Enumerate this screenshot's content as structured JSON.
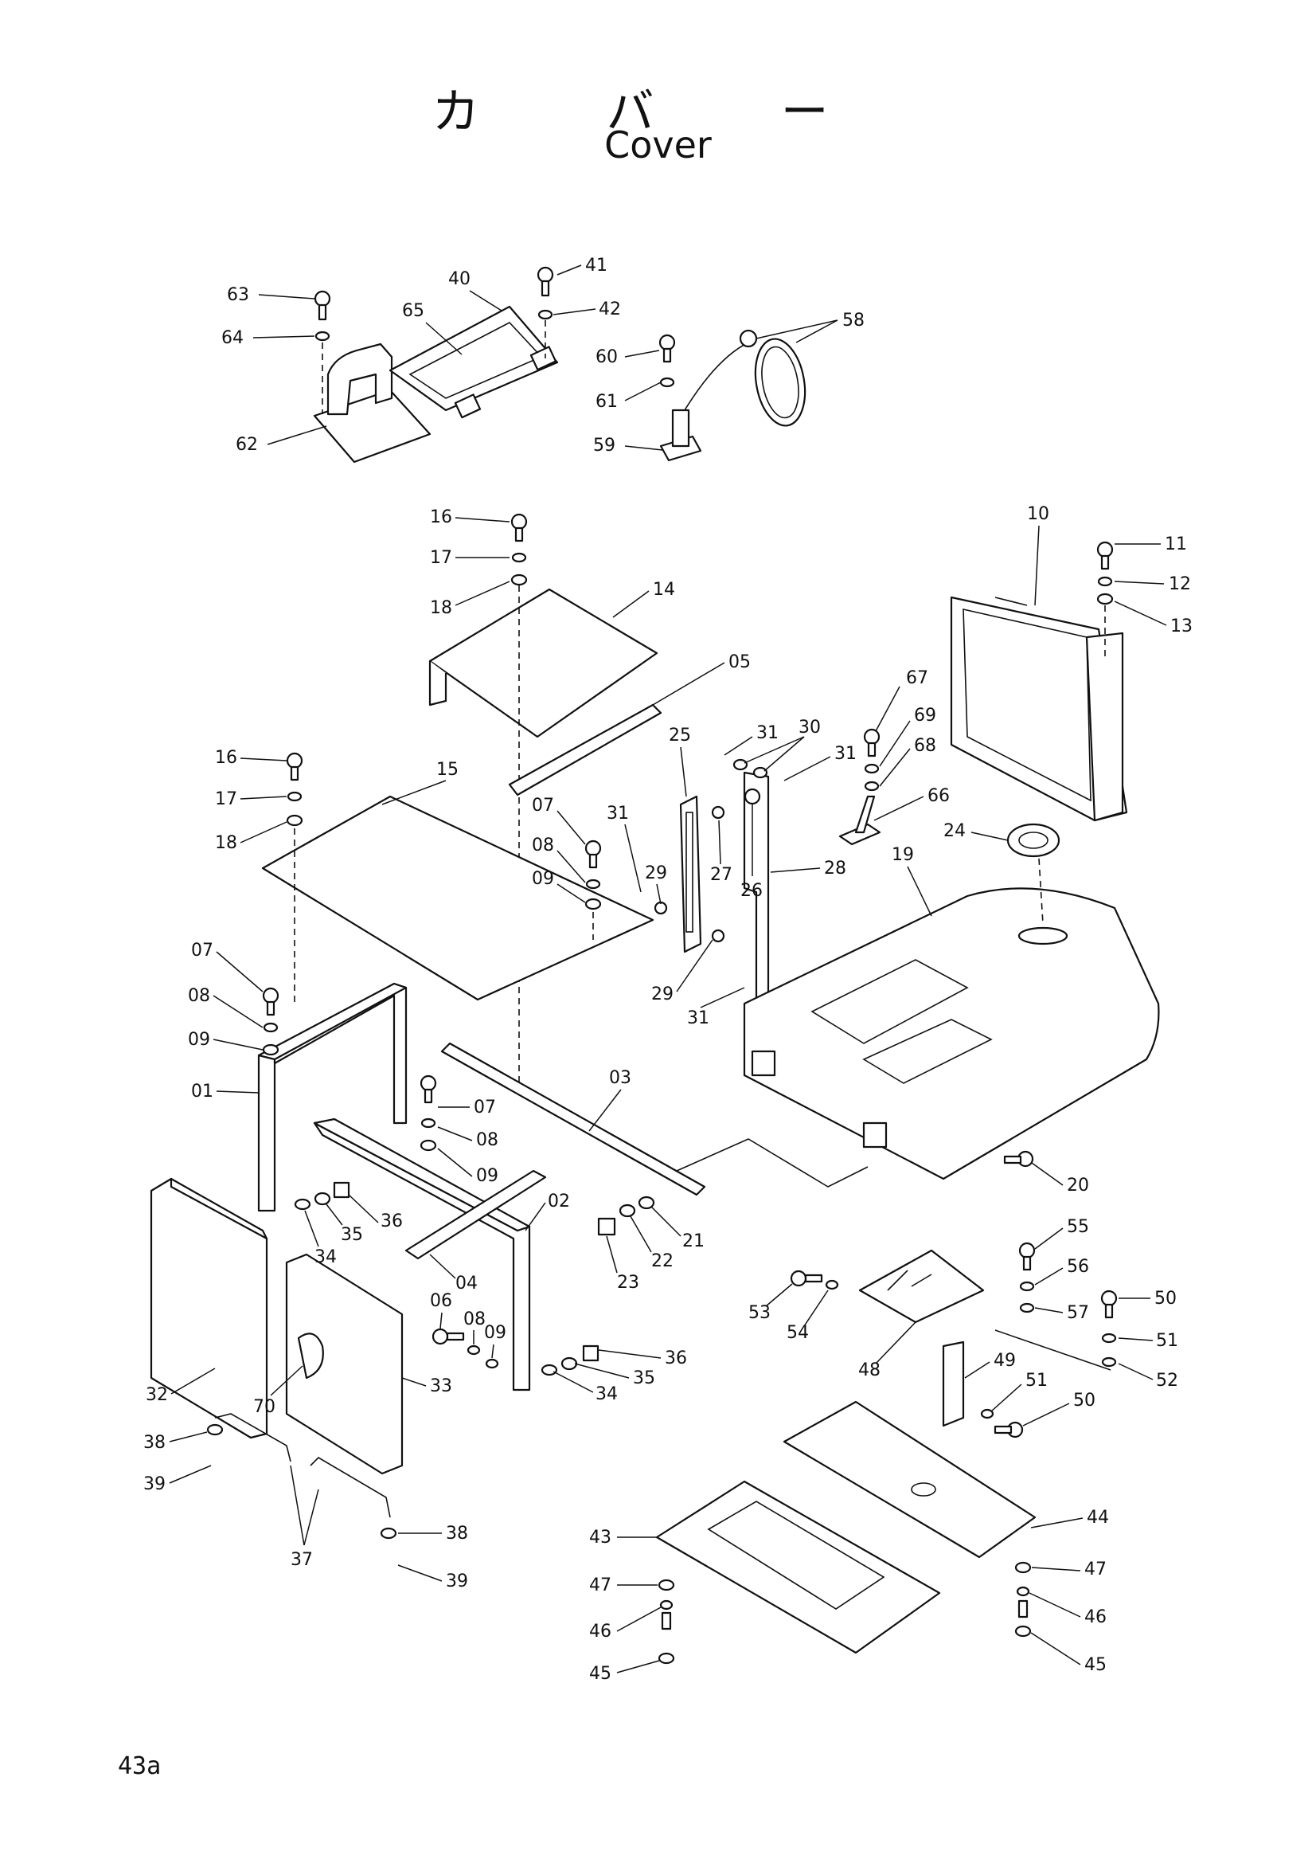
{
  "title": {
    "japanese": "カ バ ー",
    "english": "Cover"
  },
  "page_number": "43a",
  "callouts": [
    {
      "id": "c63",
      "text": "63"
    },
    {
      "id": "c64",
      "text": "64"
    },
    {
      "id": "c62",
      "text": "62"
    },
    {
      "id": "c40",
      "text": "40"
    },
    {
      "id": "c65",
      "text": "65"
    },
    {
      "id": "c41",
      "text": "41"
    },
    {
      "id": "c42",
      "text": "42"
    },
    {
      "id": "c60",
      "text": "60"
    },
    {
      "id": "c61",
      "text": "61"
    },
    {
      "id": "c59",
      "text": "59"
    },
    {
      "id": "c58",
      "text": "58"
    },
    {
      "id": "c16a",
      "text": "16"
    },
    {
      "id": "c17a",
      "text": "17"
    },
    {
      "id": "c18a",
      "text": "18"
    },
    {
      "id": "c14",
      "text": "14"
    },
    {
      "id": "c05",
      "text": "05"
    },
    {
      "id": "c10",
      "text": "10"
    },
    {
      "id": "c11",
      "text": "11"
    },
    {
      "id": "c12",
      "text": "12"
    },
    {
      "id": "c13",
      "text": "13"
    },
    {
      "id": "c67",
      "text": "67"
    },
    {
      "id": "c69",
      "text": "69"
    },
    {
      "id": "c68",
      "text": "68"
    },
    {
      "id": "c66",
      "text": "66"
    },
    {
      "id": "c31a",
      "text": "31"
    },
    {
      "id": "c30",
      "text": "30"
    },
    {
      "id": "c31b",
      "text": "31"
    },
    {
      "id": "c25",
      "text": "25"
    },
    {
      "id": "c16b",
      "text": "16"
    },
    {
      "id": "c15",
      "text": "15"
    },
    {
      "id": "c17b",
      "text": "17"
    },
    {
      "id": "c18b",
      "text": "18"
    },
    {
      "id": "c07a",
      "text": "07"
    },
    {
      "id": "c08a",
      "text": "08"
    },
    {
      "id": "c09a",
      "text": "09"
    },
    {
      "id": "c31c",
      "text": "31"
    },
    {
      "id": "c29a",
      "text": "29"
    },
    {
      "id": "c27",
      "text": "27"
    },
    {
      "id": "c26",
      "text": "26"
    },
    {
      "id": "c28",
      "text": "28"
    },
    {
      "id": "c24",
      "text": "24"
    },
    {
      "id": "c19",
      "text": "19"
    },
    {
      "id": "c29b",
      "text": "29"
    },
    {
      "id": "c31d",
      "text": "31"
    },
    {
      "id": "c07b",
      "text": "07"
    },
    {
      "id": "c08b",
      "text": "08"
    },
    {
      "id": "c09b",
      "text": "09"
    },
    {
      "id": "c01",
      "text": "01"
    },
    {
      "id": "c07c",
      "text": "07"
    },
    {
      "id": "c08c",
      "text": "08"
    },
    {
      "id": "c09c",
      "text": "09"
    },
    {
      "id": "c03",
      "text": "03"
    },
    {
      "id": "c20",
      "text": "20"
    },
    {
      "id": "c36a",
      "text": "36"
    },
    {
      "id": "c35a",
      "text": "35"
    },
    {
      "id": "c34a",
      "text": "34"
    },
    {
      "id": "c04",
      "text": "04"
    },
    {
      "id": "c02",
      "text": "02"
    },
    {
      "id": "c21",
      "text": "21"
    },
    {
      "id": "c22",
      "text": "22"
    },
    {
      "id": "c23",
      "text": "23"
    },
    {
      "id": "c55",
      "text": "55"
    },
    {
      "id": "c56",
      "text": "56"
    },
    {
      "id": "c57",
      "text": "57"
    },
    {
      "id": "c50a",
      "text": "50"
    },
    {
      "id": "c51a",
      "text": "51"
    },
    {
      "id": "c52",
      "text": "52"
    },
    {
      "id": "c53",
      "text": "53"
    },
    {
      "id": "c54",
      "text": "54"
    },
    {
      "id": "c48",
      "text": "48"
    },
    {
      "id": "c49",
      "text": "49"
    },
    {
      "id": "c51b",
      "text": "51"
    },
    {
      "id": "c50b",
      "text": "50"
    },
    {
      "id": "c06",
      "text": "06"
    },
    {
      "id": "c08d",
      "text": "08"
    },
    {
      "id": "c09d",
      "text": "09"
    },
    {
      "id": "c36b",
      "text": "36"
    },
    {
      "id": "c35b",
      "text": "35"
    },
    {
      "id": "c34b",
      "text": "34"
    },
    {
      "id": "c32",
      "text": "32"
    },
    {
      "id": "c70",
      "text": "70"
    },
    {
      "id": "c33",
      "text": "33"
    },
    {
      "id": "c38a",
      "text": "38"
    },
    {
      "id": "c39a",
      "text": "39"
    },
    {
      "id": "c37",
      "text": "37"
    },
    {
      "id": "c38b",
      "text": "38"
    },
    {
      "id": "c39b",
      "text": "39"
    },
    {
      "id": "c43",
      "text": "43"
    },
    {
      "id": "c44",
      "text": "44"
    },
    {
      "id": "c47a",
      "text": "47"
    },
    {
      "id": "c46a",
      "text": "46"
    },
    {
      "id": "c45a",
      "text": "45"
    },
    {
      "id": "c47b",
      "text": "47"
    },
    {
      "id": "c46b",
      "text": "46"
    },
    {
      "id": "c45b",
      "text": "45"
    }
  ]
}
